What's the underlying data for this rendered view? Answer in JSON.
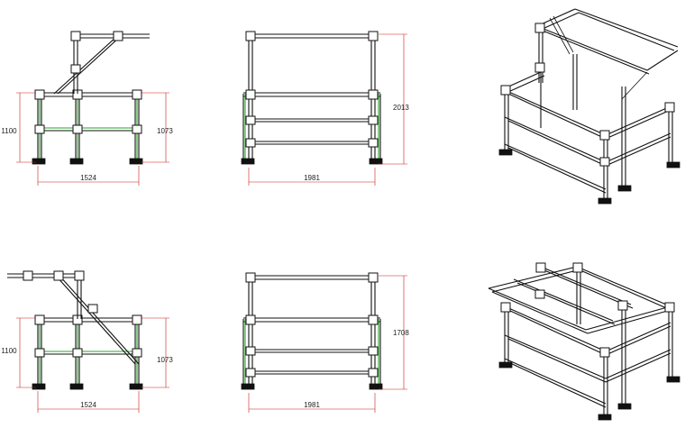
{
  "dimensions": {
    "top_side_height": "1100",
    "top_side_rail": "1073",
    "top_side_width": "1524",
    "top_front_height": "2013",
    "top_front_width": "1981",
    "bottom_side_height": "1100",
    "bottom_side_rail": "1073",
    "bottom_side_width": "1524",
    "bottom_front_height": "1708",
    "bottom_front_width": "1981"
  },
  "colors": {
    "pipe": "#111111",
    "dimension_lines": "#cc1c1c",
    "highlight": "#2aa52a",
    "background": "#ffffff"
  }
}
